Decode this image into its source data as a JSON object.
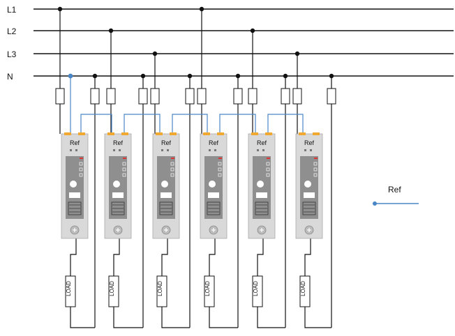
{
  "bus_labels": [
    "L1",
    "L2",
    "L3",
    "N"
  ],
  "module_ref_label": "Ref",
  "load_label": "LOAD",
  "legend": {
    "label": "Ref"
  },
  "meter_count": 6,
  "meter_phase": [
    "L1",
    "L2",
    "L3",
    "L1",
    "L2",
    "L3"
  ],
  "colors": {
    "wire": "#111111",
    "ref_wire": "#4a86c5",
    "meter_body": "#d9d9d9",
    "meter_panel": "#8f8f8f",
    "terminal": "#f0a830"
  }
}
